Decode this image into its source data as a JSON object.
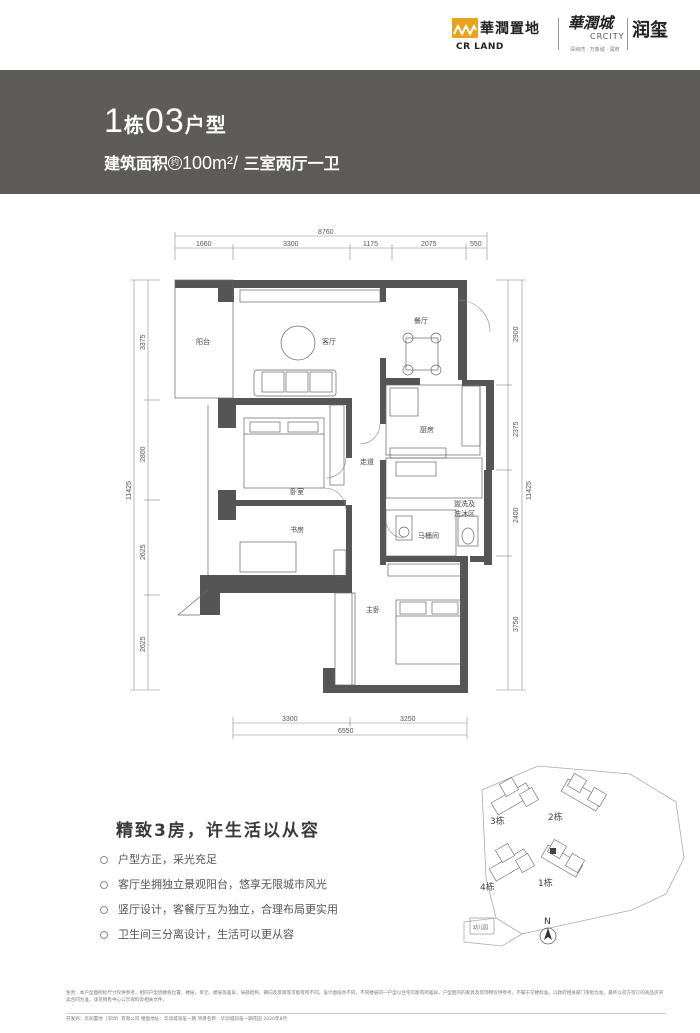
{
  "header": {
    "crland_cn": "華潤置地",
    "crland_en": "CR LAND",
    "crcity_cn": "華潤城",
    "crcity_en": "CRCITY",
    "crcity_tagline": "深圳湾 · 万象城 · 润府",
    "runxi": "润玺"
  },
  "unit": {
    "building": "1",
    "building_suffix": "栋",
    "number": "03",
    "type_suffix": "户型",
    "area_label": "建筑面积",
    "area_prefix": "约",
    "area_value": "100m²/",
    "layout": "三室两厅一卫"
  },
  "plan": {
    "top_total": "8760",
    "top_dims": [
      "1660",
      "3300",
      "1175",
      "2075",
      "550"
    ],
    "bottom_total": "6550",
    "bottom_dims": [
      "3300",
      "3250"
    ],
    "left_total": "11425",
    "left_dims": [
      "3375",
      "2800",
      "2625",
      "2625"
    ],
    "right_total": "11425",
    "right_dims": [
      "2900",
      "2375",
      "2400",
      "3750"
    ],
    "rooms": {
      "balcony": "阳台",
      "living": "客厅",
      "dining": "餐厅",
      "kitchen": "厨房",
      "corridor": "走道",
      "bedroom": "卧室",
      "study": "书房",
      "shower": "洗沐区",
      "wash": "盥洗及",
      "toilet": "马桶间",
      "master": "主卧"
    }
  },
  "features": {
    "title": "精致3房，许生活以从容",
    "items": [
      "户型方正，采光充足",
      "客厅坐拥独立景观阳台，悠享无限城市风光",
      "竖厅设计，客餐厅互为独立，合理布局更实用",
      "卫生间三分离设计，生活可以更从容"
    ]
  },
  "sitemap": {
    "buildings": [
      "3栋",
      "2栋",
      "4栋",
      "1栋"
    ],
    "kindergarten": "幼儿园",
    "north": "N"
  },
  "disclaimer": "免责：本户型图所标尺寸仅供参考，相同户型因楼栋位置、楼层、单元、楼层等差异，局部结构、朝向及景观等可能有所不同，设计图纸亦不同，不同楼层同一户型以住宅可能有所差异，户型图内的家具及装饰物仅供参考，不属于交楼标准，以政府相关部门审批为准，最终以双方签订的商品房买卖合同为准，详见销售中心公示资料及相关文件。",
  "footer": "开发商：华润置地（深圳）有限公司    楼盘地址：华润城润玺一期    项目名称：华润城润玺一期花园    2020年8月"
}
